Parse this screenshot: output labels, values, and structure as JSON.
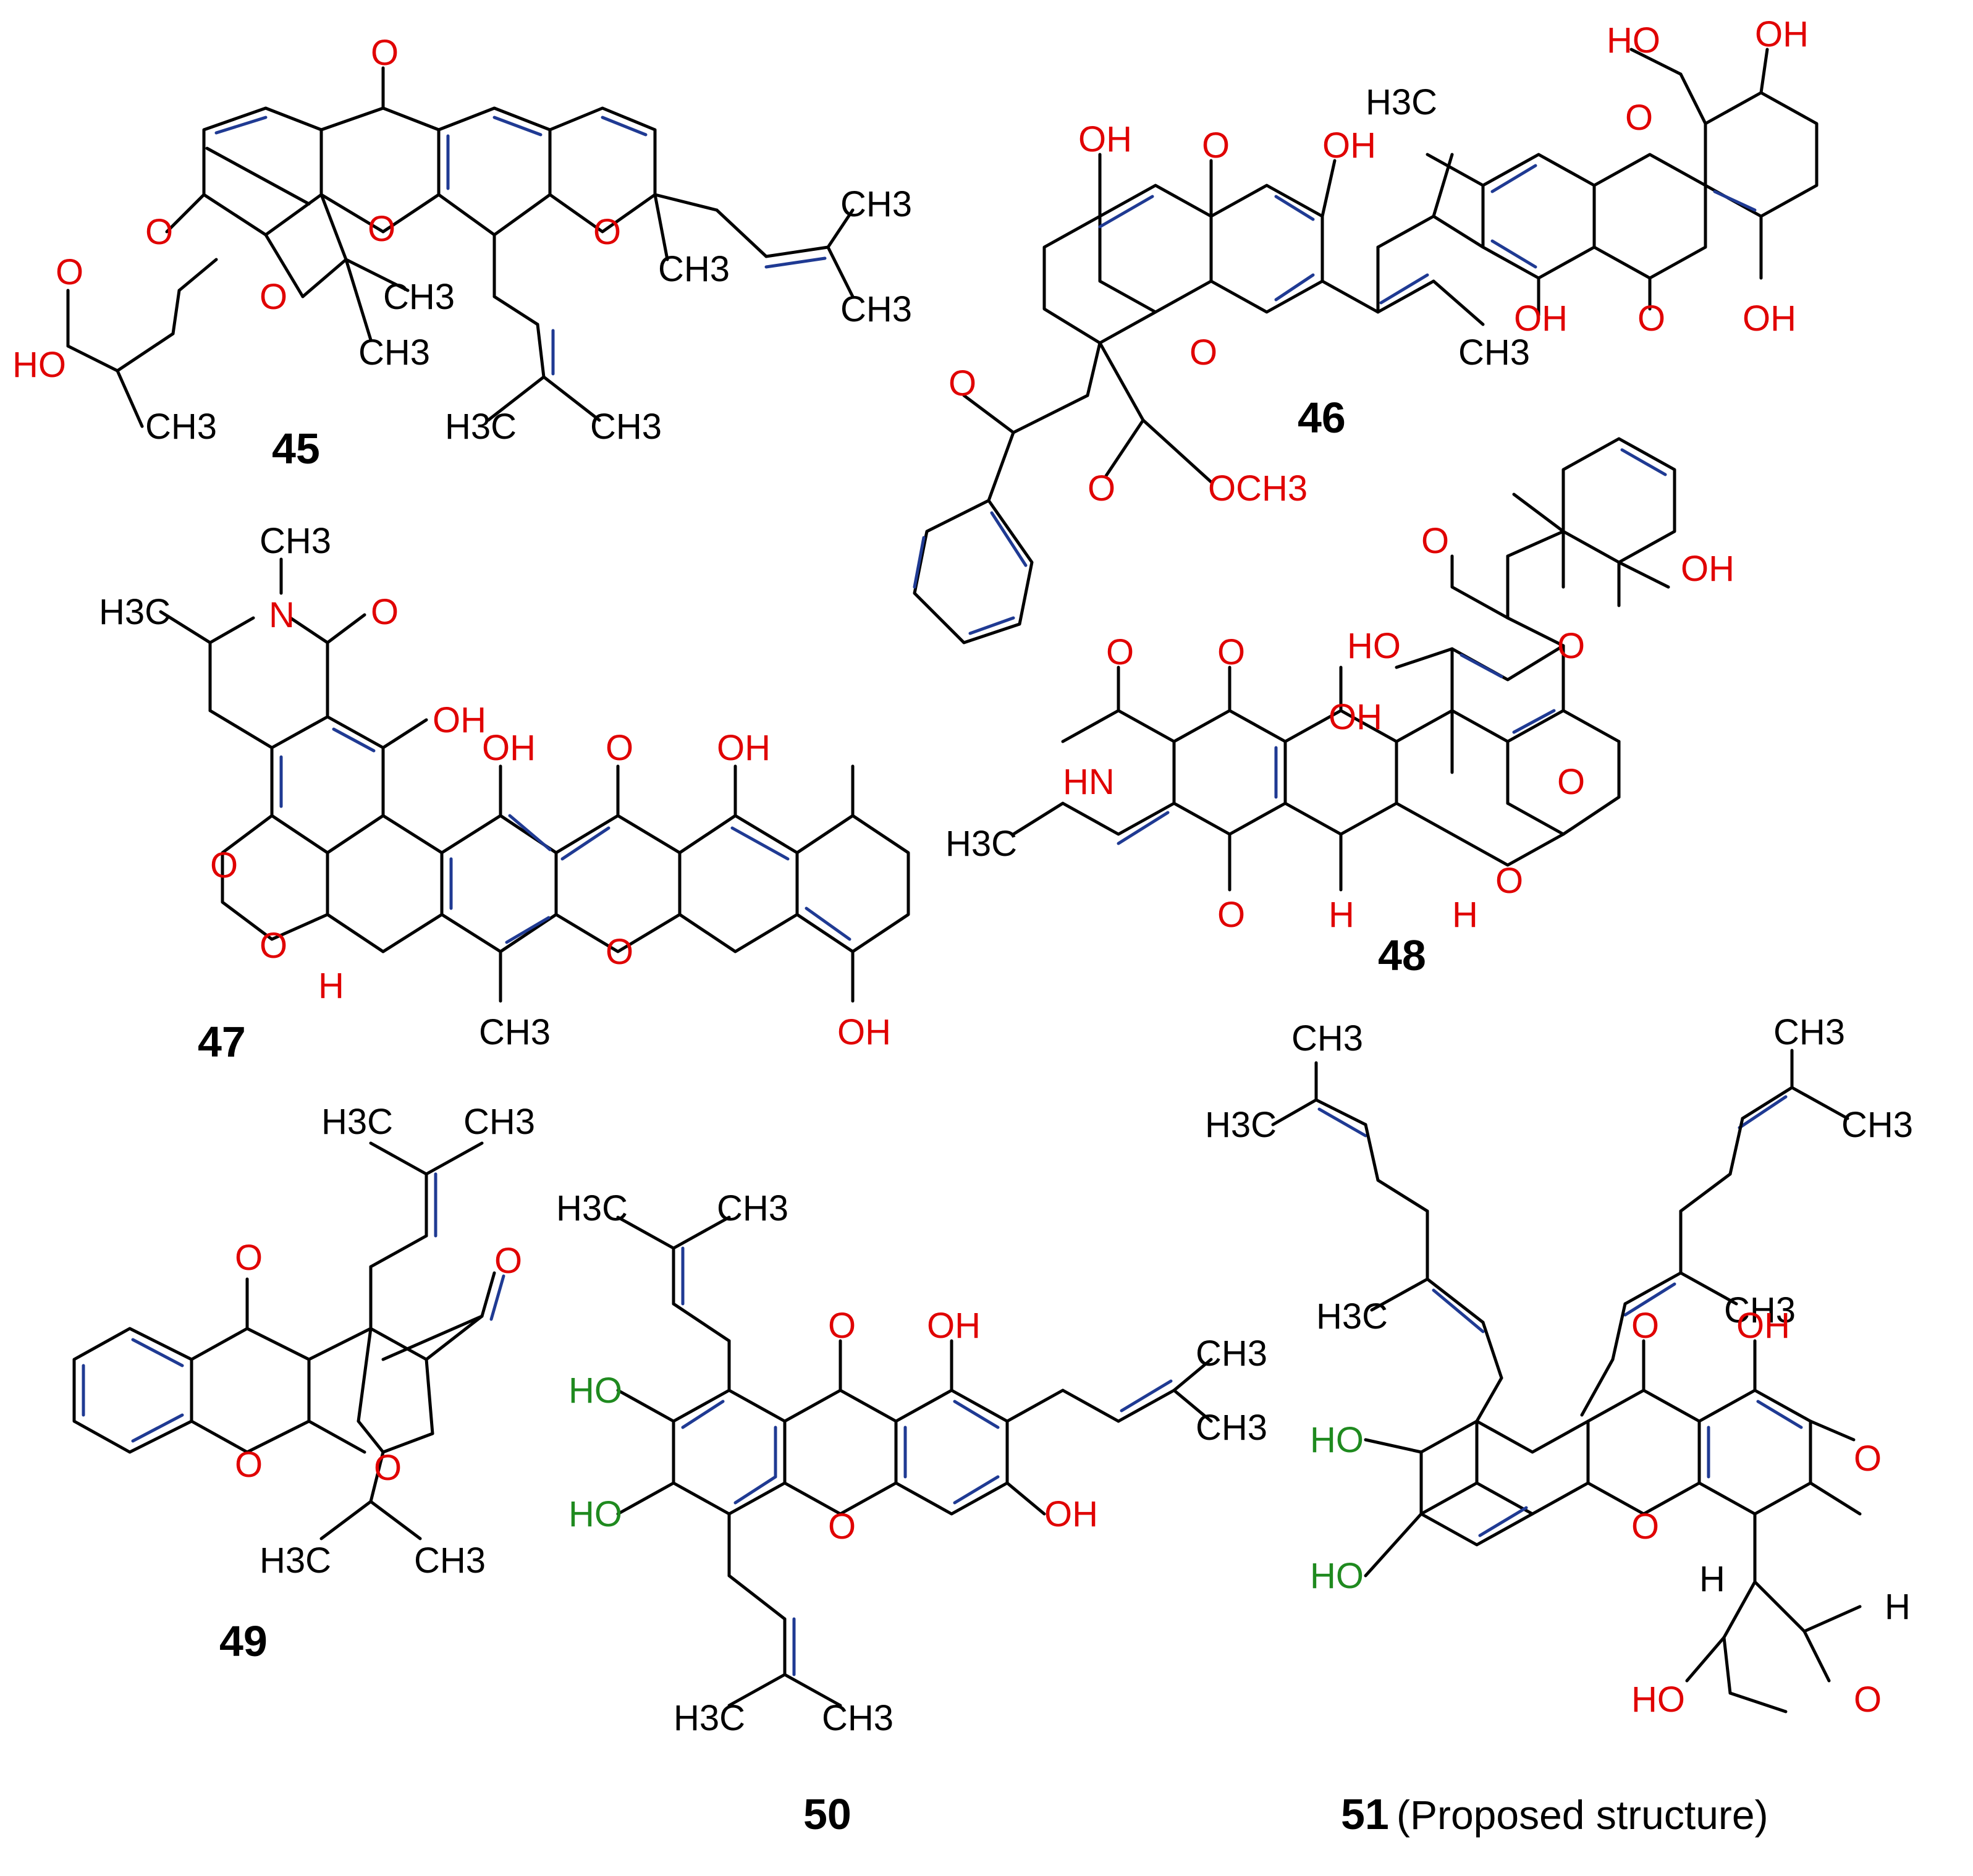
{
  "colors": {
    "bond": "#000000",
    "aromatic_bond": "#1f3a93",
    "oxygen": "#e00000",
    "phenol_oh": "#1f8a1f"
  },
  "compounds": [
    {
      "id": "45",
      "atoms": {
        "o1": "O",
        "o2": "O",
        "o3": "O",
        "o4": "O",
        "o5": "O",
        "ho": "HO",
        "ch3_a": "CH3",
        "ch3_b": "CH3",
        "ch3_c": "CH3",
        "ch3_d": "CH3",
        "ch3_e": "CH3",
        "h3c_f": "H3C",
        "ch3_g": "CH3",
        "ch3_h": "CH3"
      }
    },
    {
      "id": "46",
      "atoms": {
        "oh1": "OH",
        "o1": "O",
        "oh2": "OH",
        "h3c": "H3C",
        "o2": "O",
        "ho": "HO",
        "oh3": "OH",
        "o3": "O",
        "ch3": "CH3",
        "oh4": "OH",
        "o4": "O",
        "oh5": "OH",
        "o5": "O",
        "o6": "O",
        "och3": "OCH3"
      }
    },
    {
      "id": "47",
      "atoms": {
        "ch3_n": "CH3",
        "h3c": "H3C",
        "n": "N",
        "o1": "O",
        "oh1": "OH",
        "oh2": "OH",
        "o2": "O",
        "oh3": "OH",
        "o3": "O",
        "o4": "O",
        "h": "H",
        "o5": "O",
        "ch3": "CH3",
        "oh4": "OH"
      }
    },
    {
      "id": "48",
      "atoms": {
        "o1": "O",
        "oh1": "OH",
        "ho": "HO",
        "o2": "O",
        "o3": "O",
        "o4": "O",
        "oh2": "OH",
        "hn": "HN",
        "o5": "O",
        "o6": "O",
        "h3c": "H3C",
        "o7": "O",
        "h1": "H",
        "h2": "H"
      }
    },
    {
      "id": "49",
      "atoms": {
        "h3c_a": "H3C",
        "ch3_a": "CH3",
        "o1": "O",
        "o2": "O",
        "o3": "O",
        "o4": "O",
        "h3c_b": "H3C",
        "ch3_b": "CH3"
      }
    },
    {
      "id": "50",
      "atoms": {
        "h3c_a": "H3C",
        "ch3_a": "CH3",
        "o1": "O",
        "oh1": "OH",
        "ho1": "HO",
        "ch3_b": "CH3",
        "ch3_c": "CH3",
        "ho2": "HO",
        "o2": "O",
        "oh2": "OH",
        "h3c_d": "H3C",
        "ch3_d": "CH3"
      }
    },
    {
      "id": "51",
      "caption": "(Proposed structure)",
      "atoms": {
        "ch3_a": "CH3",
        "h3c_a": "H3C",
        "ch3_b": "CH3",
        "ch3_c": "CH3",
        "h3c_b": "H3C",
        "ch3_d": "CH3",
        "o1": "O",
        "oh1": "OH",
        "ho1": "HO",
        "ho2": "HO",
        "o2": "O",
        "o3": "O",
        "h1": "H",
        "h2": "H",
        "o4": "O",
        "ho3": "HO"
      }
    }
  ]
}
